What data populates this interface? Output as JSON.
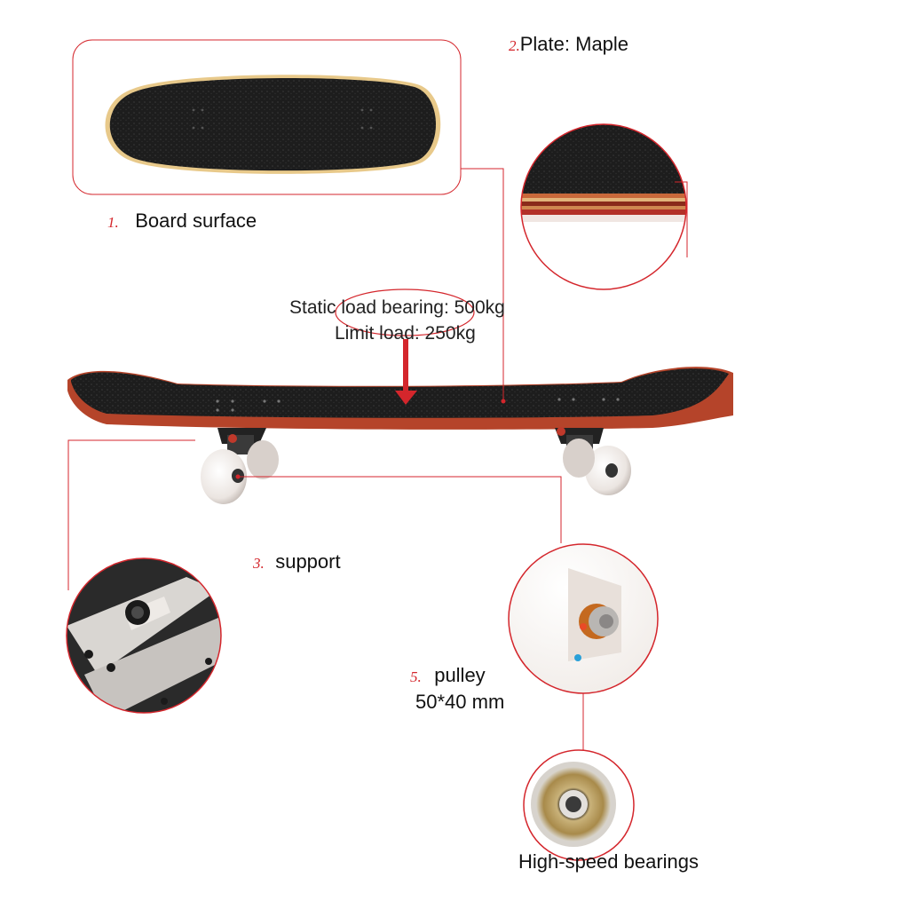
{
  "callouts": {
    "board_surface": {
      "number": "1.",
      "label": "Board surface"
    },
    "plate": {
      "number": "2.",
      "label": "Plate: Maple"
    },
    "support": {
      "number": "3.",
      "label": "support"
    },
    "pulley": {
      "number": "5.",
      "label": "pulley",
      "size": "50*40 mm"
    },
    "bearings": {
      "label": "High-speed bearings"
    }
  },
  "load": {
    "static": "Static load bearing: 500kg",
    "limit": "Limit load: 250kg"
  },
  "colors": {
    "accent_red": "#d4262c",
    "griptape": "#1c1c1c",
    "maple_edge": "#b5442a",
    "wheel": "#ece7e3"
  },
  "icons": {
    "arrow": "down-arrow-icon"
  }
}
